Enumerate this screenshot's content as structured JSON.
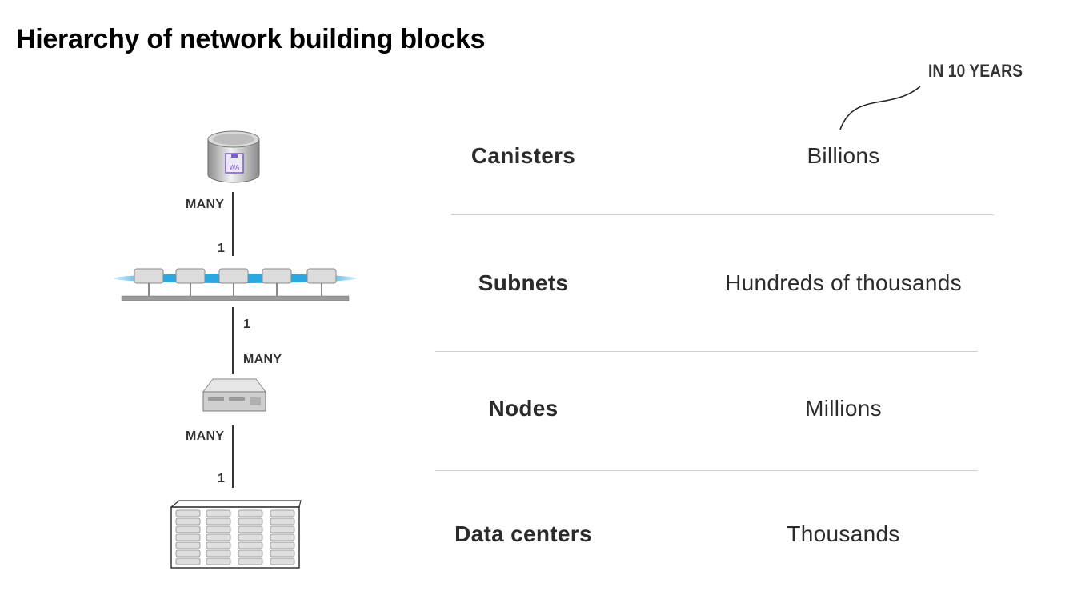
{
  "title": "Hierarchy of network building blocks",
  "horizon_label": "IN 10 YEARS",
  "rows": [
    {
      "name": "Canisters",
      "count": "Billions"
    },
    {
      "name": "Subnets",
      "count": "Hundreds of thousands"
    },
    {
      "name": "Nodes",
      "count": "Millions"
    },
    {
      "name": "Data centers",
      "count": "Thousands"
    }
  ],
  "relations": [
    {
      "upper": "MANY",
      "lower": "1"
    },
    {
      "upper": "1",
      "lower": "MANY"
    },
    {
      "upper": "MANY",
      "lower": "1"
    }
  ],
  "canister_badge": "WA",
  "colors": {
    "subnet_glow": "#2aa8e0",
    "canister_badge": "#7b5ccf",
    "line": "#333333",
    "divider": "#cfcfcf"
  }
}
